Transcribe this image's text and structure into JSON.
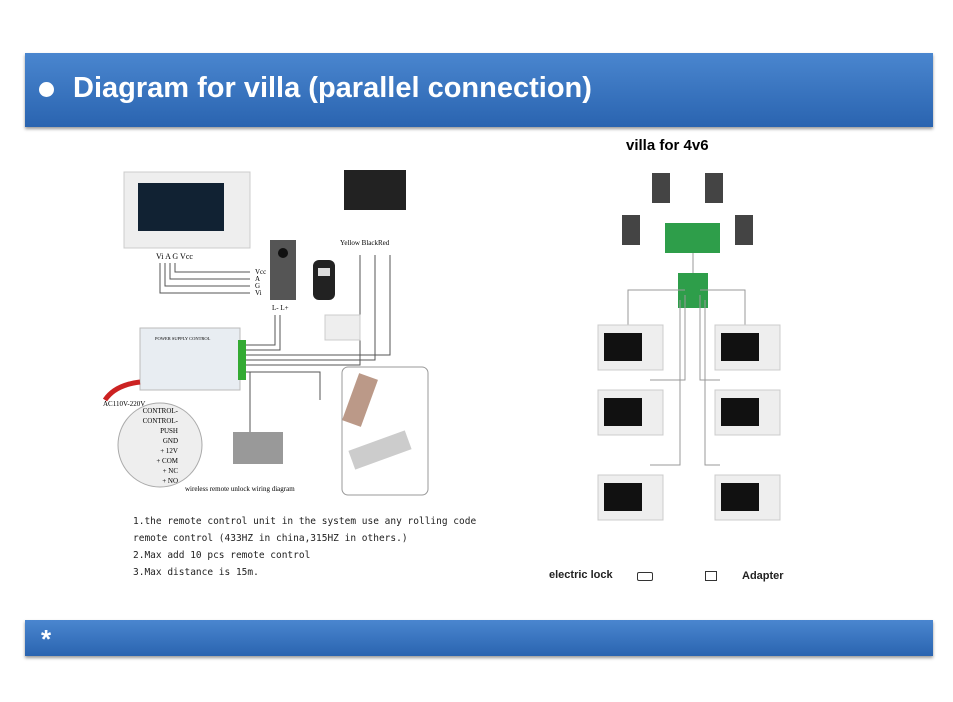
{
  "header": {
    "title": "Diagram for villa (parallel connection)"
  },
  "footer": {
    "symbol": "*"
  },
  "left_diagram": {
    "monitor_terminals": "Vi A G Vcc",
    "door_terminals": [
      "Vcc",
      "A",
      "G",
      "Vi"
    ],
    "lock_terminals": "L- L+",
    "receiver_wires": "Yellow BlackRed",
    "power_supply_label": "POWER SUPPLY CONTROL",
    "ac_label": "AC110V-220V",
    "terminal_list": [
      "CONTROL-",
      "CONTROL-",
      "PUSH",
      "GND",
      "+ 12V",
      "+ COM",
      "+ NC",
      "+ NO"
    ],
    "caption": "wireless remote unlock wiring diagram"
  },
  "notes": [
    "1.the remote control unit in the system use any rolling code",
    "remote control (433HZ in china,315HZ in others.)",
    "2.Max add 10 pcs remote control",
    "3.Max distance is 15m."
  ],
  "right_diagram": {
    "title": "villa for 4v6",
    "legend_lock": "electric lock",
    "legend_adapter": "Adapter"
  },
  "colors": {
    "header": "#3572be",
    "board": "#2e9e4a"
  }
}
